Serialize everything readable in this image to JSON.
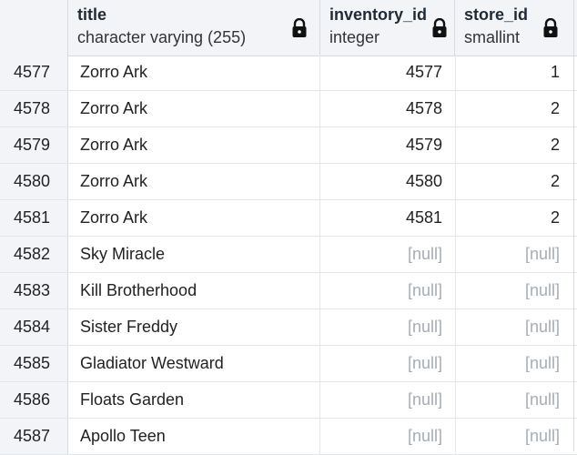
{
  "columns": [
    {
      "name": "title",
      "type": "character varying (255)"
    },
    {
      "name": "inventory_id",
      "type": "integer"
    },
    {
      "name": "store_id",
      "type": "smallint"
    }
  ],
  "rows": [
    {
      "rn": "4577",
      "title": "Zorro Ark",
      "inventory_id": "4577",
      "store_id": "1"
    },
    {
      "rn": "4578",
      "title": "Zorro Ark",
      "inventory_id": "4578",
      "store_id": "2"
    },
    {
      "rn": "4579",
      "title": "Zorro Ark",
      "inventory_id": "4579",
      "store_id": "2"
    },
    {
      "rn": "4580",
      "title": "Zorro Ark",
      "inventory_id": "4580",
      "store_id": "2"
    },
    {
      "rn": "4581",
      "title": "Zorro Ark",
      "inventory_id": "4581",
      "store_id": "2"
    },
    {
      "rn": "4582",
      "title": "Sky Miracle",
      "inventory_id": "[null]",
      "store_id": "[null]"
    },
    {
      "rn": "4583",
      "title": "Kill Brotherhood",
      "inventory_id": "[null]",
      "store_id": "[null]"
    },
    {
      "rn": "4584",
      "title": "Sister Freddy",
      "inventory_id": "[null]",
      "store_id": "[null]"
    },
    {
      "rn": "4585",
      "title": "Gladiator Westward",
      "inventory_id": "[null]",
      "store_id": "[null]"
    },
    {
      "rn": "4586",
      "title": "Floats Garden",
      "inventory_id": "[null]",
      "store_id": "[null]"
    },
    {
      "rn": "4587",
      "title": "Apollo Teen",
      "inventory_id": "[null]",
      "store_id": "[null]"
    }
  ],
  "icons": {
    "locked_column": "lock-icon"
  },
  "colors": {
    "header_bg": "#f2f4f7",
    "null_text": "#a6adb6",
    "grid_line": "#e3e6ea"
  }
}
